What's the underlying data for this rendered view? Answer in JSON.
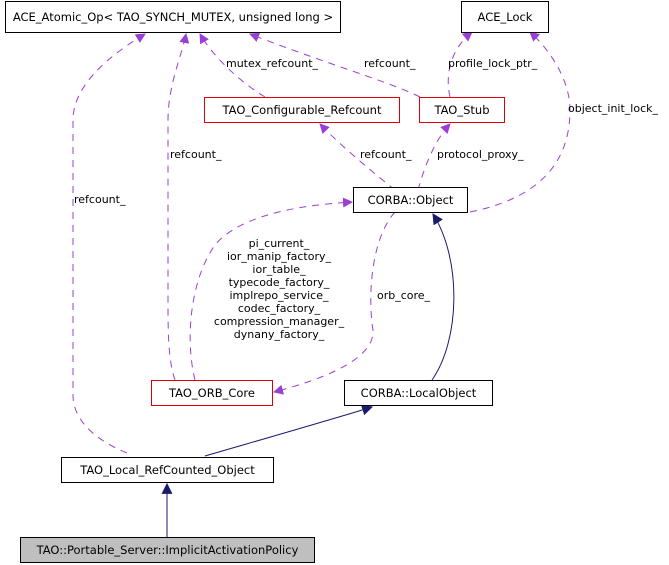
{
  "diagram": {
    "title": "Collaboration diagram for TAO::Portable_Server::ImplicitActivationPolicy",
    "colors": {
      "inheritance": "#1a1a6e",
      "usage": "#9a3fd6",
      "documented_border": "#000000",
      "undocumented_border": "#e0000c",
      "focus_fill": "#bfbfbf"
    },
    "nodes": {
      "atomic_op": "ACE_Atomic_Op< TAO_SYNCH_MUTEX, unsigned long >",
      "ace_lock": "ACE_Lock",
      "configurable_refcount": "TAO_Configurable_Refcount",
      "tao_stub": "TAO_Stub",
      "corba_object": "CORBA::Object",
      "orb_core": "TAO_ORB_Core",
      "local_object": "CORBA::LocalObject",
      "local_refcounted": "TAO_Local_RefCounted_Object",
      "focus": "TAO::Portable_Server::ImplicitActivationPolicy"
    },
    "edge_labels": {
      "mutex_refcount": "mutex_refcount_",
      "stub_refcount": "refcount_",
      "profile_lock_ptr": "profile_lock_ptr_",
      "object_init_lock": "object_init_lock_",
      "orbcore_refcount": "refcount_",
      "local_refcount": "refcount_",
      "object_refcount": "refcount_",
      "protocol_proxy": "protocol_proxy_",
      "orb_core": "orb_core_",
      "orbcore_members": [
        "pi_current_",
        "ior_manip_factory_",
        "ior_table_",
        "typecode_factory_",
        "implrepo_service_",
        "codec_factory_",
        "compression_manager_",
        "dynany_factory_"
      ]
    }
  }
}
